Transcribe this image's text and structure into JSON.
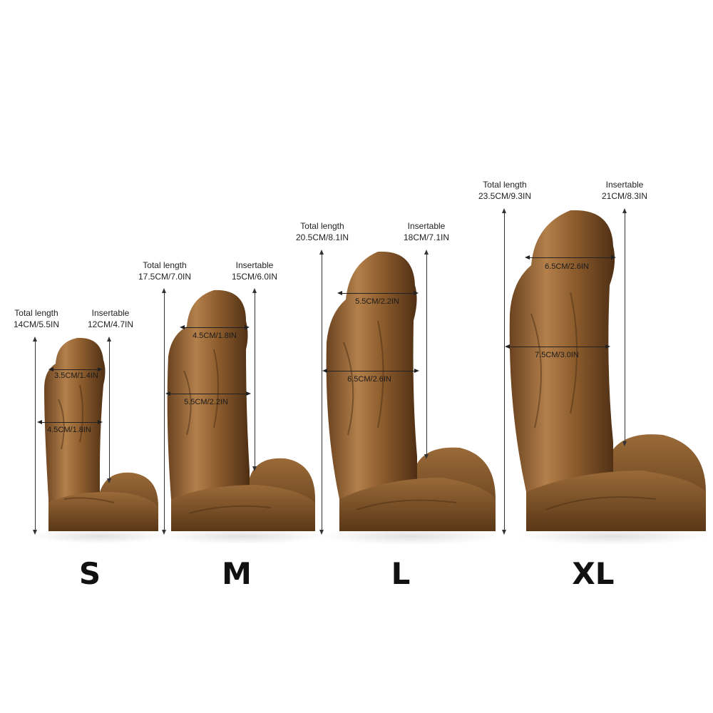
{
  "products": [
    {
      "size": "S",
      "total_title": "Total length",
      "total_value": "14CM/5.5IN",
      "insert_title": "Insertable",
      "insert_value": "12CM/4.7IN",
      "head_dim": "3.5CM/1.4IN",
      "shaft_dim": "4.5CM/1.8IN"
    },
    {
      "size": "M",
      "total_title": "Total length",
      "total_value": "17.5CM/7.0IN",
      "insert_title": "Insertable",
      "insert_value": "15CM/6.0IN",
      "head_dim": "4.5CM/1.8IN",
      "shaft_dim": "5.5CM/2.2IN"
    },
    {
      "size": "L",
      "total_title": "Total length",
      "total_value": "20.5CM/8.1IN",
      "insert_title": "Insertable",
      "insert_value": "18CM/7.1IN",
      "head_dim": "5.5CM/2.2IN",
      "shaft_dim": "6.5CM/2.6IN"
    },
    {
      "size": "XL",
      "total_title": "Total length",
      "total_value": "23.5CM/9.3IN",
      "insert_title": "Insertable",
      "insert_value": "21CM/8.3IN",
      "head_dim": "6.5CM/2.6IN",
      "shaft_dim": "7.5CM/3.0IN"
    }
  ],
  "colors": {
    "product": "#8a5a2b",
    "product_light": "#b98550",
    "product_dark": "#4a2d13",
    "text": "#222222"
  }
}
